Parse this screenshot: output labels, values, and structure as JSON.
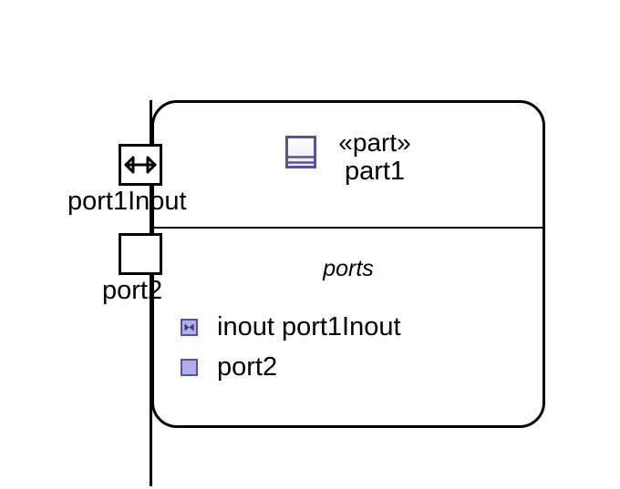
{
  "diagram": {
    "type": "sysml-internal-block-diagram",
    "background_color": "#ffffff",
    "line_color": "#000000",
    "accent_purple": "#5b4f9e",
    "accent_purple_light": "#aeb0e8"
  },
  "part_block": {
    "stereotype": "«part»",
    "name": "part1",
    "icon_name": "part-block-icon"
  },
  "ports_compartment": {
    "label": "ports",
    "items": [
      {
        "label": "inout port1Inout",
        "icon_name": "proxy-port-inout-icon",
        "direction": "inout",
        "port_name": "port1Inout"
      },
      {
        "label": "port2",
        "icon_name": "full-port-icon",
        "direction": "",
        "port_name": "port2"
      }
    ]
  },
  "boundary_ports": [
    {
      "id": "port1",
      "label": "port1Inout",
      "icon_name": "inout-arrow-icon",
      "shape": "square-with-double-arrow"
    },
    {
      "id": "port2",
      "label": "port2",
      "icon_name": "empty-square-icon",
      "shape": "square"
    }
  ]
}
